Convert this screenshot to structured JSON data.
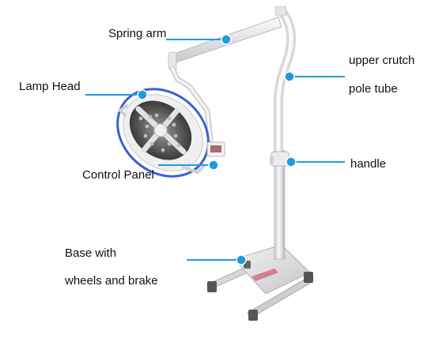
{
  "labels": {
    "spring_arm": "Spring arm",
    "lamp_head": "Lamp Head",
    "control_panel": "Control Panel",
    "base_line1": "Base with",
    "base_line2": "wheels and brake",
    "upper_crutch_line1": "upper crutch",
    "upper_crutch_line2": "pole tube",
    "handle": "handle"
  },
  "colors": {
    "callout": "#1e9be0",
    "lamp_ring": "#3d5fd6",
    "metal": "#e9e9ec",
    "base_accent": "#c8324f"
  }
}
